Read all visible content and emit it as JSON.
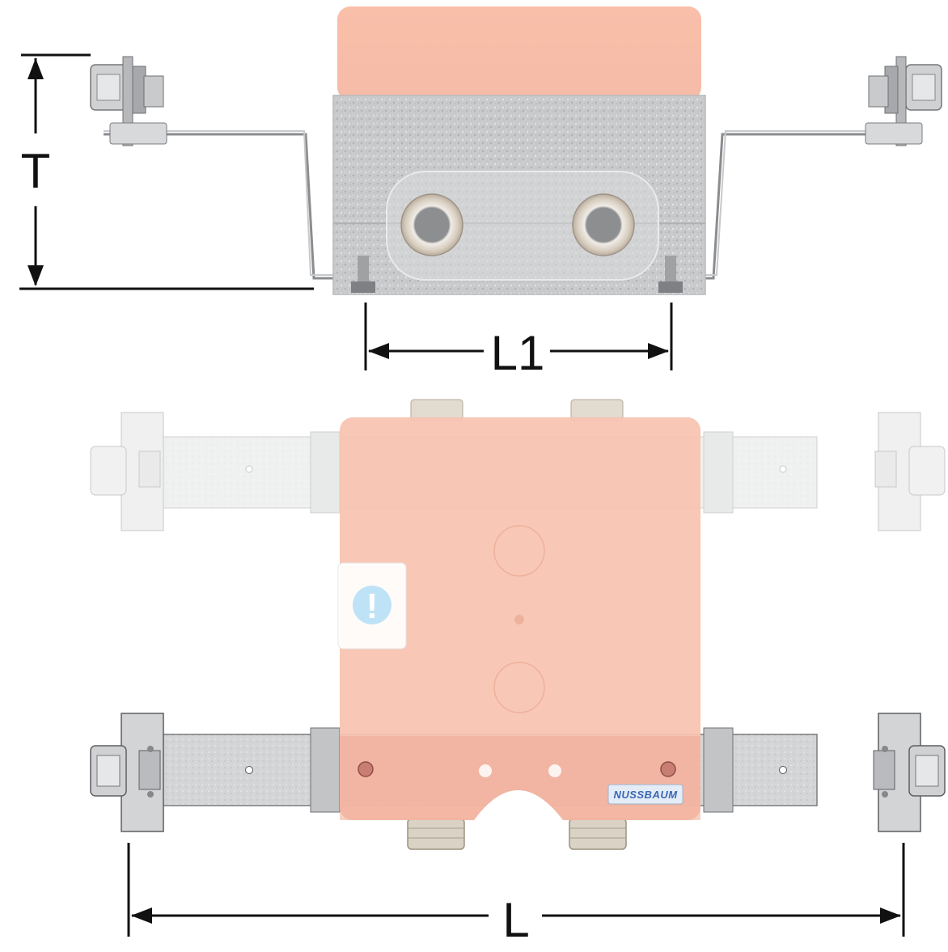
{
  "dimensions": {
    "depth_label": "T",
    "inner_width_label": "L1",
    "total_width_label": "L"
  },
  "product": {
    "brand_label": "NUSSBAUM",
    "warning_symbol": "!"
  },
  "colors": {
    "housing_salmon": "#f8c3b0",
    "foam_grey": "#c9cacc",
    "steel_bracket": "#d6d8da",
    "fitting_brass": "#d8cfc0",
    "sticker_blue": "#bfe3f6",
    "dimension_line": "#111111",
    "brand_blue": "#3a67b7"
  }
}
